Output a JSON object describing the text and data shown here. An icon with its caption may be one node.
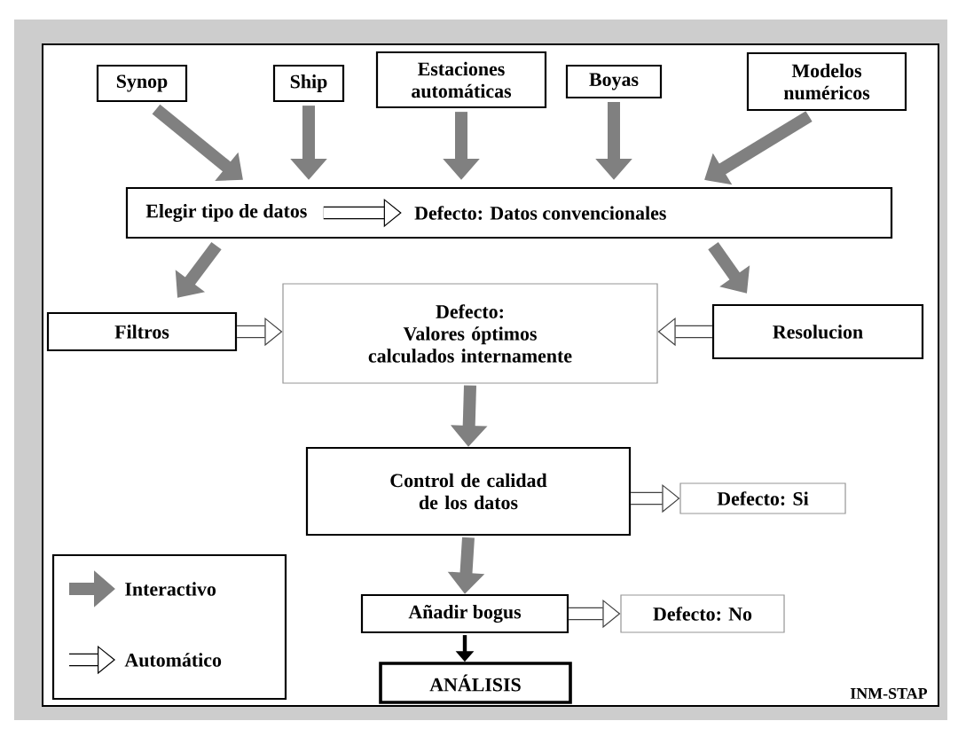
{
  "diagram": {
    "nodes": [
      {
        "text": [
          "Synop"
        ]
      },
      {
        "text": [
          "Ship"
        ]
      },
      {
        "text": [
          "Estaciones automáticas"
        ]
      },
      {
        "text": [
          "Boyas"
        ]
      },
      {
        "text": [
          "Modelos numéricos"
        ]
      },
      {
        "text": [
          "Elegir tipo de datos",
          "Defecto: Datos convencionales"
        ]
      },
      {
        "text": [
          "Filtros"
        ]
      },
      {
        "text": [
          "Defecto:",
          "Valores óptimos calculados internamente"
        ]
      },
      {
        "text": [
          "Resolucion"
        ]
      },
      {
        "text": [
          "Control de calidad de los datos"
        ]
      },
      {
        "text": [
          "Defecto: Si"
        ]
      },
      {
        "text": [
          "Añadir bogus"
        ]
      },
      {
        "text": [
          "Defecto: No"
        ]
      },
      {
        "text": [
          "ANÁLISIS"
        ]
      }
    ],
    "edges": [
      {
        "from": 0,
        "to": 5,
        "arrow": "to",
        "color": "#808080"
      },
      {
        "from": 1,
        "to": 5,
        "arrow": "to",
        "color": "#808080"
      },
      {
        "from": 2,
        "to": 5,
        "arrow": "to",
        "color": "#808080"
      },
      {
        "from": 3,
        "to": 5,
        "arrow": "to",
        "color": "#808080"
      },
      {
        "from": 4,
        "to": 5,
        "arrow": "to",
        "color": "#808080"
      },
      {
        "from": 5,
        "to": 6,
        "arrow": "to",
        "color": "#808080"
      },
      {
        "from": 5,
        "to": 8,
        "arrow": "to",
        "color": "#808080"
      },
      {
        "from": 6,
        "to": 7,
        "arrow": "to",
        "color": "#404040"
      },
      {
        "from": 8,
        "to": 7,
        "arrow": "to",
        "color": "#404040"
      },
      {
        "from": 7,
        "to": 9,
        "arrow": "to",
        "color": "#808080"
      },
      {
        "from": 9,
        "to": 10,
        "arrow": "to",
        "color": "#404040"
      },
      {
        "from": 9,
        "to": 11,
        "arrow": "to",
        "color": "#808080"
      },
      {
        "from": 11,
        "to": 12,
        "arrow": "to",
        "color": "#404040"
      },
      {
        "from": 11,
        "to": 13,
        "arrow": "to",
        "color": "#000000"
      }
    ],
    "labels": [
      "INM-STAP"
    ],
    "legend": [
      {
        "text": "Interactivo"
      },
      {
        "text": "Automático"
      }
    ]
  }
}
